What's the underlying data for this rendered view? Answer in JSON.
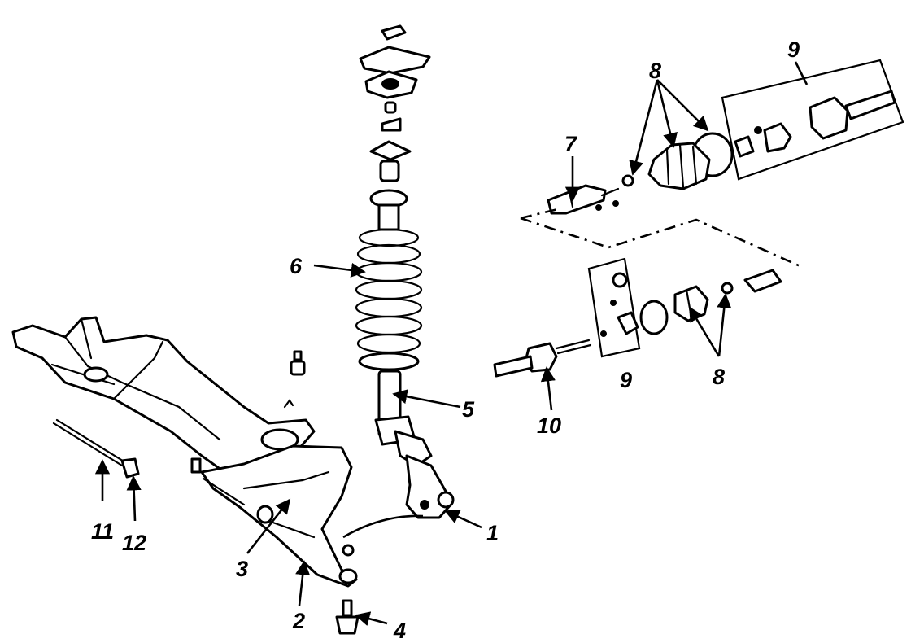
{
  "callouts": {
    "c1": "1",
    "c2": "2",
    "c3": "3",
    "c4": "4",
    "c5": "5",
    "c6": "6",
    "c7": "7",
    "c8a": "8",
    "c8b": "8",
    "c9a": "9",
    "c9b": "9",
    "c10": "10",
    "c11": "11",
    "c12": "12"
  },
  "colors": {
    "ink": "#000000",
    "paper": "#ffffff"
  }
}
